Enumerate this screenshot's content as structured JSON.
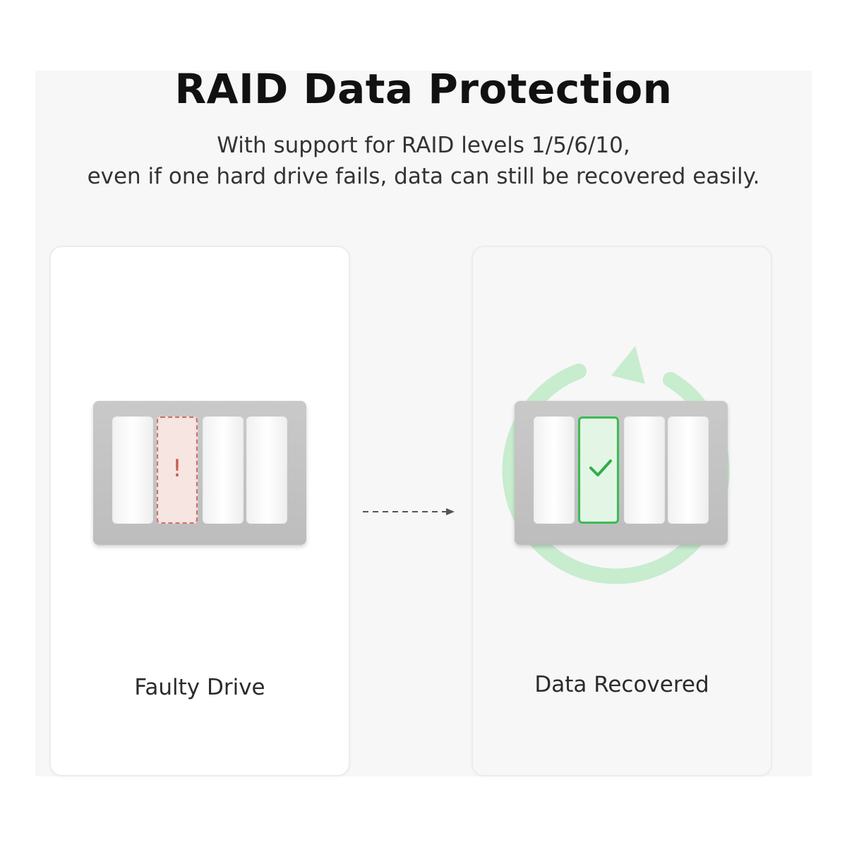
{
  "header": {
    "title": "RAID Data Protection",
    "subtitle_line1": "With support for RAID levels 1/5/6/10,",
    "subtitle_line2": "even if one hard drive fails, data can still be recovered easily."
  },
  "cards": [
    {
      "label": "Faulty Drive",
      "status_glyph": "!",
      "status": "faulty",
      "status_color": "#c85c50"
    },
    {
      "label": "Data Recovered",
      "status_glyph": "check-icon",
      "status": "recovered",
      "status_color": "#3dbb57"
    }
  ],
  "colors": {
    "recover_ring": "#bfe9c6",
    "enclosure": "#c4c4c4",
    "arrow": "#555555"
  },
  "icons": [
    "exclamation-icon",
    "check-icon",
    "dashed-arrow-icon",
    "recovery-arrow-icon"
  ]
}
